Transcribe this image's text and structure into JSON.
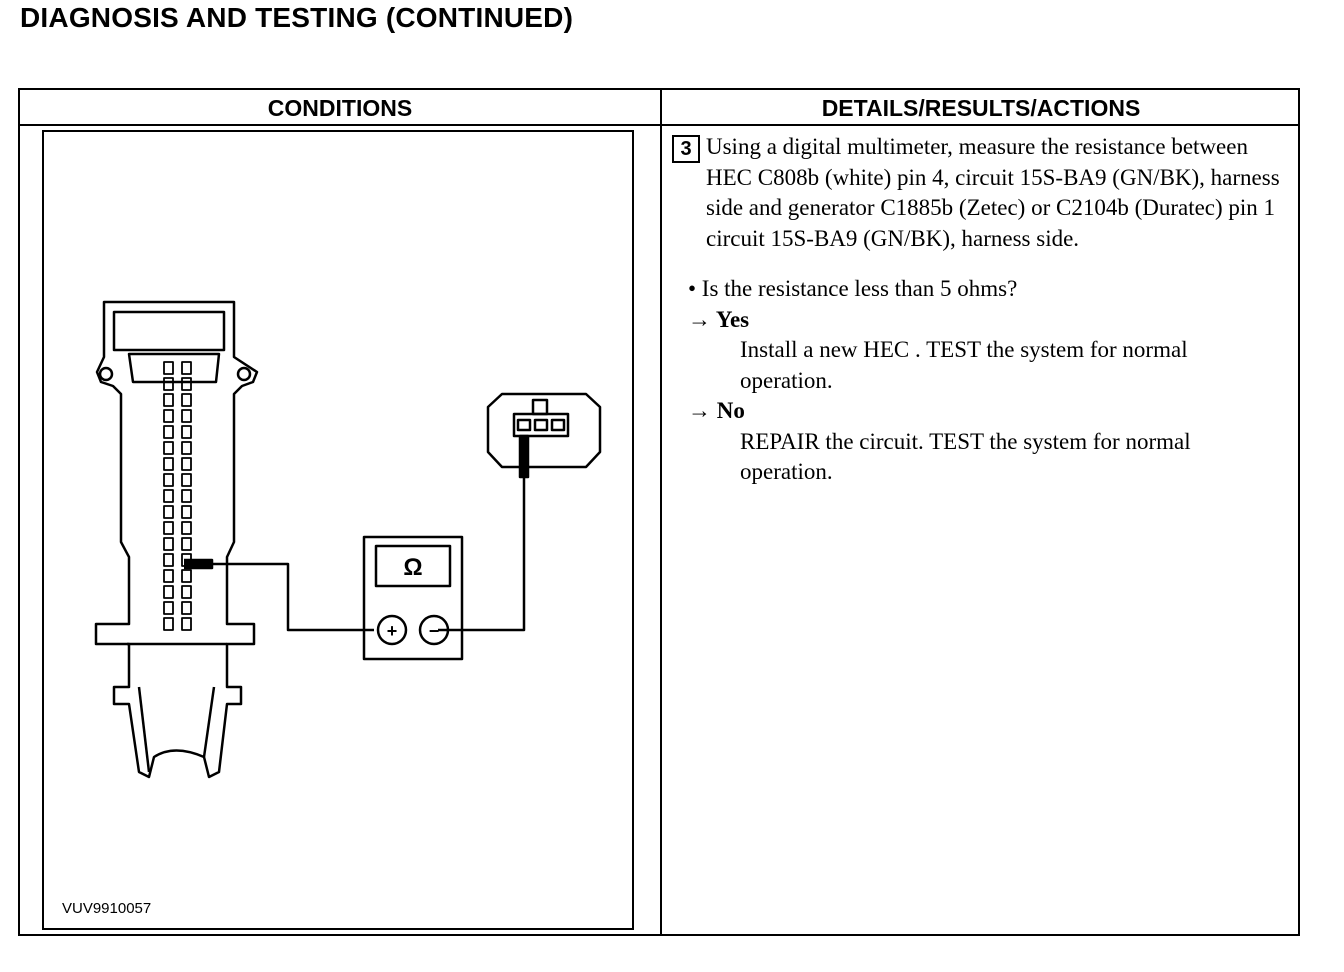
{
  "page": {
    "title": "DIAGNOSIS AND TESTING (CONTINUED)"
  },
  "table": {
    "conditions_header": "CONDITIONS",
    "details_header": "DETAILS/RESULTS/ACTIONS"
  },
  "figure": {
    "id": "VUV9910057",
    "meter_symbol": "Ω",
    "plus_symbol": "+",
    "minus_symbol": "−",
    "icons": [
      "hec-connector-icon",
      "generator-connector-icon",
      "digital-multimeter-icon"
    ]
  },
  "details": {
    "step_number": "3",
    "instruction": "Using a digital multimeter, measure the resistance between HEC C808b (white) pin 4, circuit 15S-BA9 (GN/BK), harness side and generator C1885b (Zetec) or C2104b (Duratec) pin 1 circuit 15S-BA9 (GN/BK), harness side.",
    "question": "• Is the resistance less than 5 ohms?",
    "yes_label": "→ Yes",
    "yes_action": "Install a new HEC . TEST the system for normal operation.",
    "no_label": "→ No",
    "no_action": "REPAIR the circuit. TEST the system for normal operation."
  }
}
